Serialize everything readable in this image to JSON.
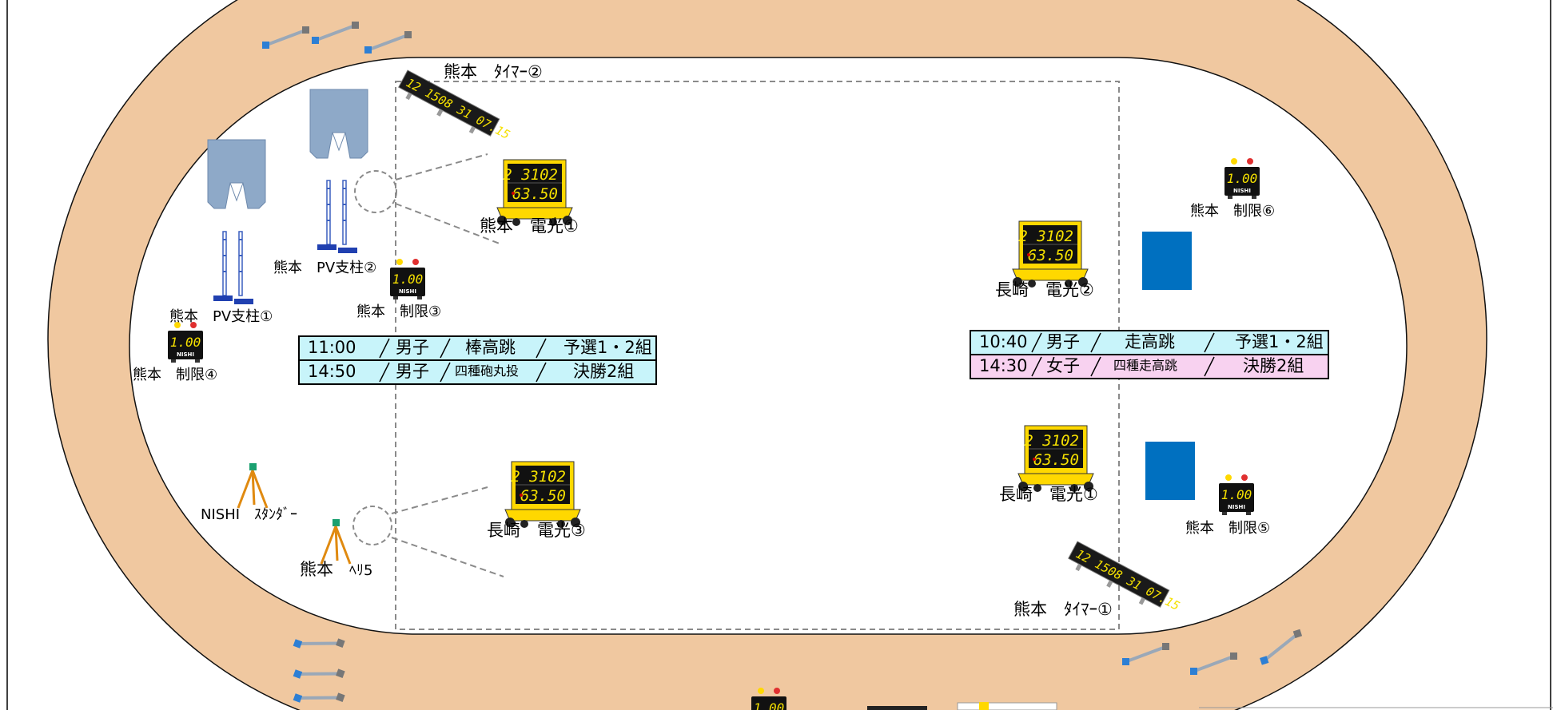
{
  "colors": {
    "track": "#f0c8a0",
    "infield": "#ffffff",
    "scoreboard_yellow": "#ffd800",
    "digit_yellow": "#f5e000",
    "blue_block": "#0070c0",
    "pad_blue": "#8ea9c8",
    "schedule_cyan": "#c8f4fa",
    "schedule_pink": "#f8d2f0"
  },
  "labels": {
    "kumamoto_timer_2": "熊本　ﾀｲﾏｰ②",
    "kumamoto_timer_1": "熊本　ﾀｲﾏｰ①",
    "kumamoto_denko_1": "熊本　電光①",
    "nagasaki_denko_2": "長崎　電光②",
    "nagasaki_denko_1": "長崎　電光①",
    "nagasaki_denko_3": "長崎　電光③",
    "kumamoto_seigen_3": "熊本　制限③",
    "kumamoto_seigen_4": "熊本　制限④",
    "kumamoto_seigen_5": "熊本　制限⑤",
    "kumamoto_seigen_6": "熊本　制限⑥",
    "kumamoto_pv_1": "熊本　PV支柱①",
    "kumamoto_pv_2": "熊本　PV支柱②",
    "nishi_stander": "NISHI　ｽﾀﾝﾀﾞｰ",
    "kumamoto_heli5": "熊本",
    "kumamoto_heli5_sub": "ﾍﾘ5"
  },
  "scoreboard_digits": {
    "top": "2 3102",
    "bottom": "63.50"
  },
  "limit_display": "1.00",
  "limit_brand": "NISHI",
  "timer_digits": "12 1508 31 07.15",
  "schedule_left": [
    {
      "time": "11:00",
      "sex": "男子",
      "event": "棒高跳",
      "round": "予選1・2組"
    },
    {
      "time": "14:50",
      "sex": "男子",
      "event": "四種砲丸投",
      "round": "決勝2組"
    }
  ],
  "schedule_right": [
    {
      "time": "10:40",
      "sex": "男子",
      "event": "走高跳",
      "round": "予選1・2組"
    },
    {
      "time": "14:30",
      "sex": "女子",
      "event": "四種走高跳",
      "round": "決勝2組"
    }
  ]
}
